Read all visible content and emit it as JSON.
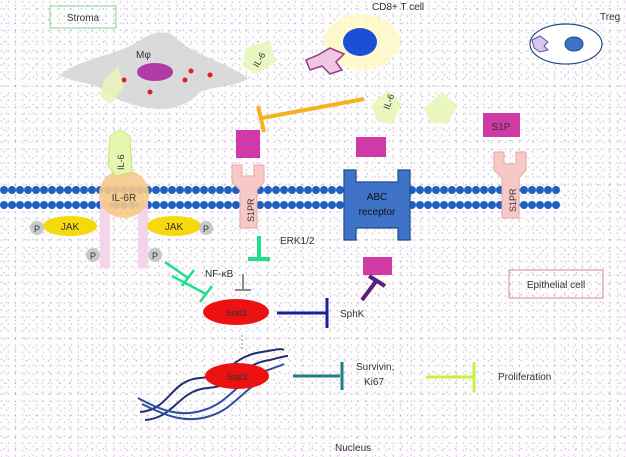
{
  "labels": {
    "stroma": "Stroma",
    "macrophage": "Mφ",
    "cd8": "CD8+ T cell",
    "treg": "Treg",
    "il6_stroma": "IL-6",
    "il6_free": "IL-6",
    "il6_bound": "IL-6",
    "il6r": "IL-6R",
    "jak_left": "JAK",
    "jak_right": "JAK",
    "p_left_jak": "P",
    "p_right_jak": "P",
    "p_left_low": "P",
    "p_right_low": "P",
    "s1pr_left": "S1PR",
    "s1pr_right": "S1PR",
    "abc": "ABC\nreceptor",
    "s1p": "S1P",
    "erk": "ERK1/2",
    "nfkb": "NF-κB",
    "stat3_top": "Stat3",
    "stat3_bottom": "Stat3",
    "sphk": "SphK",
    "survivin": "Survivin,\nKi67",
    "proliferation": "Proliferation",
    "epithelial": "Epithelial cell",
    "nucleus": "Nucleus"
  },
  "colors": {
    "membrane": "#1f5fbf",
    "receptor_pink": "#f6c9c6",
    "abc_blue": "#3f73c7",
    "s1p_magenta": "#d03aa6",
    "stat3_red": "#ee1111",
    "jak_yellow": "#f5d90a",
    "il6_lightgreen": "#e6f7b0",
    "inhibit_orange": "#f5b21f",
    "inhibit_green": "#1fe08a",
    "inhibit_navy": "#1a1f9c",
    "inhibit_teal": "#1f7f80",
    "inhibit_lime": "#c8f23a",
    "sphk_arrow": "#5b1f7a"
  }
}
